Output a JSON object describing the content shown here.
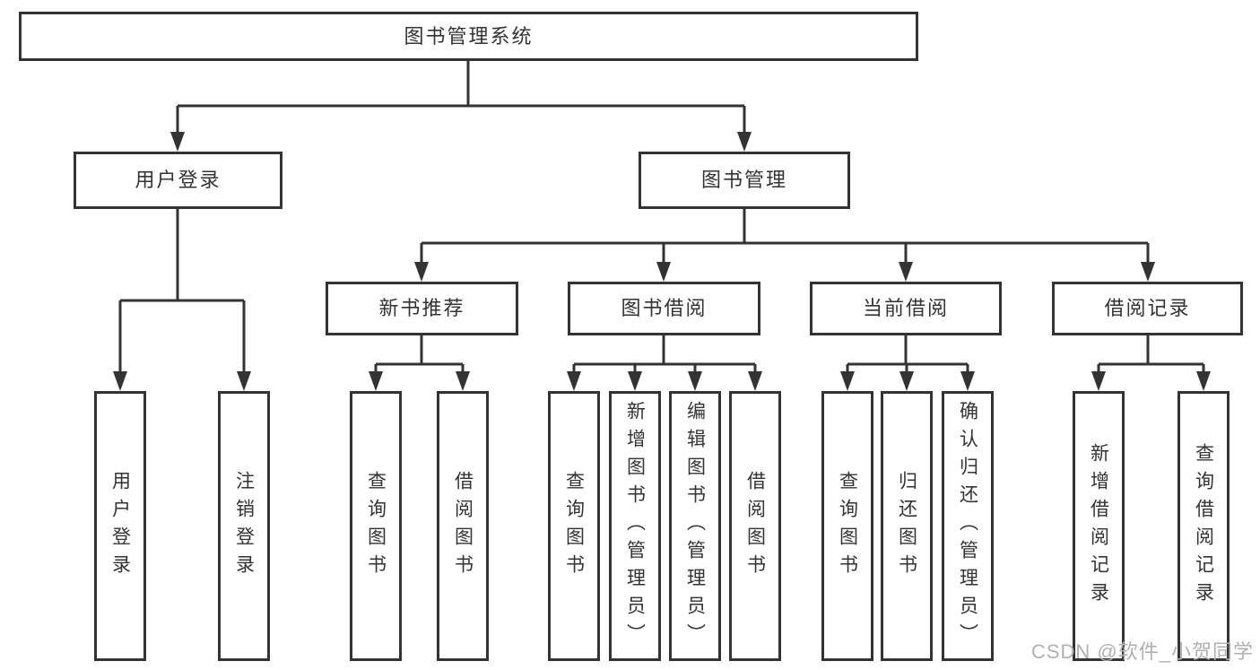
{
  "tree": {
    "root": {
      "label": "图书管理系统"
    },
    "branches": [
      {
        "label": "用户登录",
        "children": [
          {
            "label": "用户登录"
          },
          {
            "label": "注销登录"
          }
        ]
      },
      {
        "label": "图书管理",
        "children": [
          {
            "label": "新书推荐",
            "children": [
              {
                "label": "查询图书"
              },
              {
                "label": "借阅图书"
              }
            ]
          },
          {
            "label": "图书借阅",
            "children": [
              {
                "label": "查询图书"
              },
              {
                "label": "新增图书（管理员）"
              },
              {
                "label": "编辑图书（管理员）"
              },
              {
                "label": "借阅图书"
              }
            ]
          },
          {
            "label": "当前借阅",
            "children": [
              {
                "label": "查询图书"
              },
              {
                "label": "归还图书"
              },
              {
                "label": "确认归还（管理员）"
              }
            ]
          },
          {
            "label": "借阅记录",
            "children": [
              {
                "label": "新增借阅记录"
              },
              {
                "label": "查询借阅记录"
              }
            ]
          }
        ]
      }
    ]
  },
  "watermark": {
    "text": "CSDN @软件_小贺同学"
  },
  "colors": {
    "line": "#333333",
    "text": "#333333",
    "box_background": "#ffffff",
    "background": "#ffffff",
    "watermark": "#b0b0b0"
  }
}
